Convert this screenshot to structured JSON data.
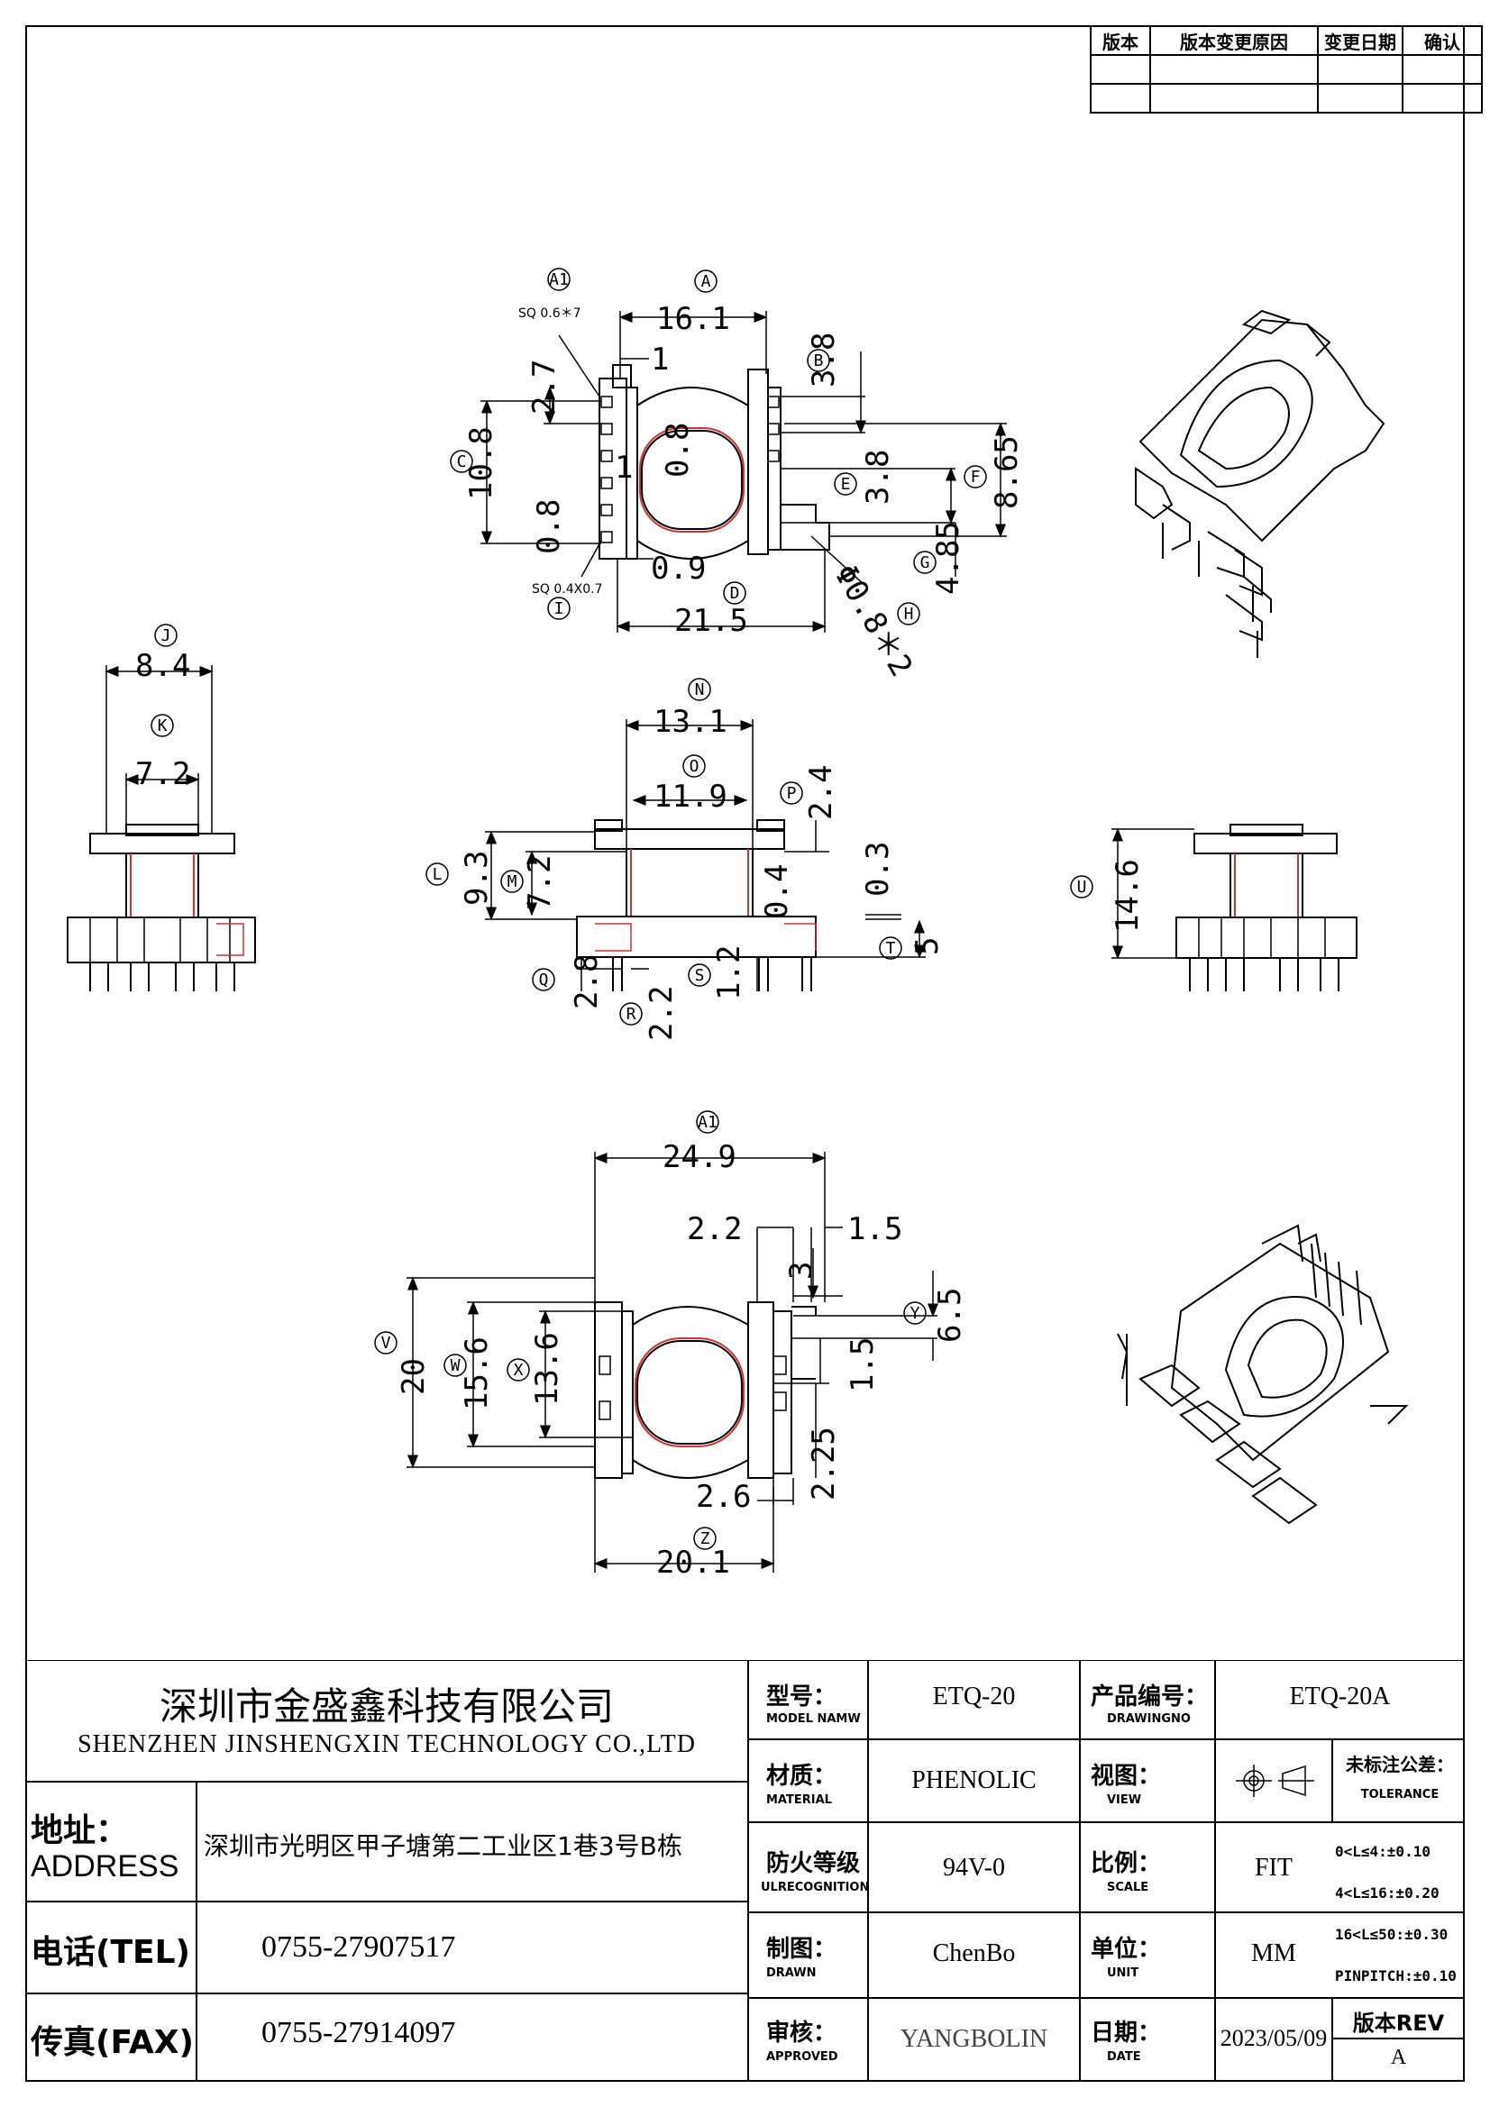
{
  "revision_table": {
    "headers": [
      "版本",
      "版本变更原因",
      "变更日期",
      "确认"
    ]
  },
  "views": {
    "top": {
      "labels": {
        "A1": "A1",
        "A": "A",
        "B": "B",
        "C": "C",
        "D": "D",
        "E": "E",
        "F": "F",
        "G": "G",
        "H": "H",
        "I": "I"
      },
      "pin_note_top": "SQ 0.6＊7",
      "pin_note_bottom": "SQ 0.4X0.7",
      "dims": {
        "A": "16.1",
        "one": "1",
        "B": "3.8",
        "two_seven": "2.7",
        "C": "10.8",
        "one_b": "1",
        "zero_eight": "0.8",
        "E": "3.8",
        "F": "8.65",
        "zero_eight_b": "0.8",
        "zero_nine": "0.9",
        "G": "4.85",
        "D": "21.5",
        "H": "Φ0.8＊2"
      }
    },
    "side_left": {
      "labels": {
        "J": "J",
        "K": "K"
      },
      "dims": {
        "J": "8.4",
        "K": "7.2"
      }
    },
    "front": {
      "labels": {
        "N": "N",
        "O": "O",
        "P": "P",
        "L": "L",
        "M": "M",
        "Q": "Q",
        "R": "R",
        "S": "S",
        "T": "T"
      },
      "dims": {
        "N": "13.1",
        "O": "11.9",
        "P": "2.4",
        "L": "9.3",
        "M": "7.2",
        "zero_three": "0.3",
        "zero_four": "0.4",
        "T": "5",
        "Q": "2.8",
        "R": "2.2",
        "S": "1.2"
      }
    },
    "side_right": {
      "labels": {
        "U": "U"
      },
      "dims": {
        "U": "14.6"
      }
    },
    "bottom": {
      "labels": {
        "A1": "A1",
        "V": "V",
        "W": "W",
        "X": "X",
        "Y": "Y",
        "Z": "Z"
      },
      "dims": {
        "A1": "24.9",
        "two_two": "2.2",
        "one_five": "1.5",
        "three": "3",
        "Y": "6.5",
        "one_five_b": "1.5",
        "V": "20",
        "W": "15.6",
        "X": "13.6",
        "two_two_five": "2.25",
        "two_six": "2.6",
        "Z": "20.1"
      }
    }
  },
  "title_block": {
    "company_cn": "深圳市金盛鑫科技有限公司",
    "company_en": "SHENZHEN JINSHENGXIN TECHNOLOGY CO.,LTD",
    "address_label_cn": "地址：",
    "address_label_en": "ADDRESS",
    "address_value": "深圳市光明区甲子塘第二工业区1巷3号B栋",
    "tel_label": "电话(TEL)",
    "tel_value": "0755-27907517",
    "fax_label": "传真(FAX)",
    "fax_value": "0755-27914097",
    "model_label_cn": "型号：",
    "model_label_en": "MODEL NAMW",
    "model_value": "ETQ-20",
    "drawingno_label_cn": "产品编号：",
    "drawingno_label_en": "DRAWINGNO",
    "drawingno_value": "ETQ-20A",
    "material_label_cn": "材质：",
    "material_label_en": "MATERIAL",
    "material_value": "PHENOLIC",
    "view_label_cn": "视图：",
    "view_label_en": "VIEW",
    "tolerance_label_cn": "未标注公差：",
    "tolerance_label_en": "TOLERANCE",
    "fire_label_cn": "防火等级",
    "fire_label_en": "ULRECOGNITION",
    "fire_value": "94V-0",
    "scale_label_cn": "比例：",
    "scale_label_en": "SCALE",
    "scale_value": "FIT",
    "tolerances": [
      "0<L≤4:±0.10",
      "4<L≤16:±0.20",
      "16<L≤50:±0.30",
      "PINPITCH:±0.10"
    ],
    "drawn_label_cn": "制图：",
    "drawn_label_en": "DRAWN",
    "drawn_value": "ChenBo",
    "unit_label_cn": "单位：",
    "unit_label_en": "UNIT",
    "unit_value": "MM",
    "approved_label_cn": "审核：",
    "approved_label_en": "APPROVED",
    "approved_value": "YANGBOLIN",
    "date_label_cn": "日期：",
    "date_label_en": "DATE",
    "date_value": "2023/05/09",
    "rev_label": "版本REV",
    "rev_value": "A"
  }
}
